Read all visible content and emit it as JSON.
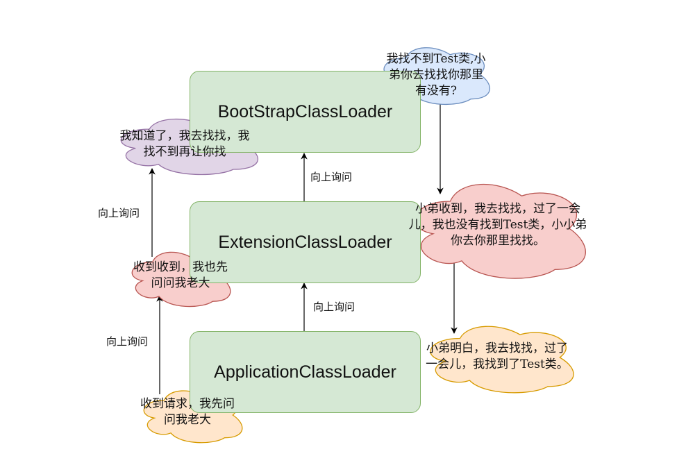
{
  "nodes": {
    "bootstrap": "BootStrapClassLoader",
    "extension": "ExtensionClassLoader",
    "application": "ApplicationClassLoader"
  },
  "edge_labels": {
    "app_to_ext": "向上询问",
    "ext_to_boot": "向上询问",
    "cloud_orange_up": "向上询问",
    "cloud_red_up": "向上询问"
  },
  "clouds": {
    "orange_left": [
      "收到请求，我先问",
      "问我老大"
    ],
    "red_left": [
      "收到收到，我也先",
      "问问我老大"
    ],
    "purple": [
      "我知道了，我去找找，我",
      "找不到再让你找"
    ],
    "blue": [
      "我找不到Test类,小",
      "弟你去找找你那里",
      "有没有?"
    ],
    "red_right": [
      "小弟收到，我去找找，过了一会",
      "儿，我也没有找到Test类，小小弟",
      "你去你那里找找。"
    ],
    "orange_right": [
      "小弟明白，我去找找，过了",
      "一会儿，我找到了Test类。"
    ]
  },
  "colors": {
    "box_fill": "#d5e8d4",
    "box_stroke": "#82b366",
    "orange_fill": "#ffe6cc",
    "orange_stroke": "#d79b00",
    "red_fill": "#f8cecc",
    "red_stroke": "#b85450",
    "purple_fill": "#e1d5e7",
    "purple_stroke": "#9673a6",
    "blue_fill": "#dae8fc",
    "blue_stroke": "#6c8ebf"
  }
}
